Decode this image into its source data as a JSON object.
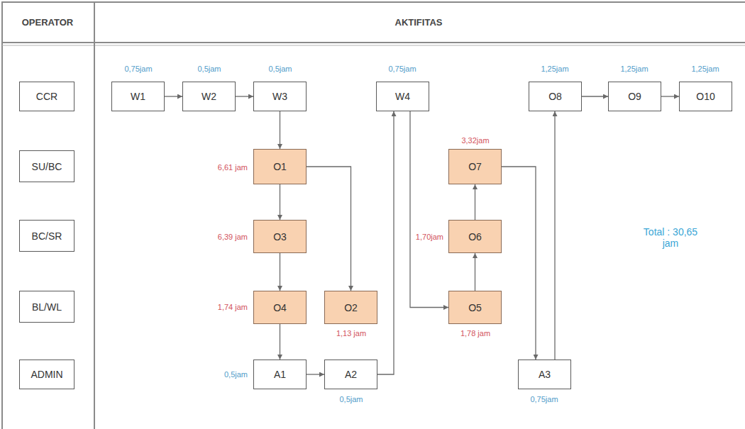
{
  "diagram": {
    "nodes": [
      {
        "text": [
          "CCR"
        ]
      },
      {
        "text": [
          "W1"
        ]
      },
      {
        "text": [
          "W2"
        ]
      },
      {
        "text": [
          "W3"
        ]
      },
      {
        "text": [
          "W4"
        ]
      },
      {
        "text": [
          "O8"
        ]
      },
      {
        "text": [
          "O9"
        ]
      },
      {
        "text": [
          "O10"
        ]
      },
      {
        "text": [
          "SU/BC"
        ]
      },
      {
        "text": [
          "O1"
        ]
      },
      {
        "text": [
          "O7"
        ]
      },
      {
        "text": [
          "BC/SR"
        ]
      },
      {
        "text": [
          "O3"
        ]
      },
      {
        "text": [
          "O6"
        ]
      },
      {
        "text": [
          "BL/WL"
        ]
      },
      {
        "text": [
          "O4"
        ]
      },
      {
        "text": [
          "O2"
        ]
      },
      {
        "text": [
          "O5"
        ]
      },
      {
        "text": [
          "ADMIN"
        ]
      },
      {
        "text": [
          "A1"
        ]
      },
      {
        "text": [
          "A2"
        ]
      },
      {
        "text": [
          "A3"
        ]
      }
    ],
    "edges": [
      {
        "from": 1,
        "to": 2,
        "arrow": "to"
      },
      {
        "from": 2,
        "to": 3,
        "arrow": "to"
      },
      {
        "from": 3,
        "to": 9,
        "arrow": "to"
      },
      {
        "from": 9,
        "to": 12,
        "arrow": "to"
      },
      {
        "from": 9,
        "to": 16,
        "arrow": "to"
      },
      {
        "from": 12,
        "to": 15,
        "arrow": "to"
      },
      {
        "from": 15,
        "to": 19,
        "arrow": "to"
      },
      {
        "from": 19,
        "to": 20,
        "arrow": "to"
      },
      {
        "from": 20,
        "to": 4,
        "arrow": "to"
      },
      {
        "from": 4,
        "to": 17,
        "arrow": "to"
      },
      {
        "from": 17,
        "to": 13,
        "arrow": "to"
      },
      {
        "from": 13,
        "to": 10,
        "arrow": "to"
      },
      {
        "from": 10,
        "to": 21,
        "arrow": "to"
      },
      {
        "from": 21,
        "to": 5,
        "arrow": "to"
      },
      {
        "from": 5,
        "to": 6,
        "arrow": "to"
      },
      {
        "from": 6,
        "to": 7,
        "arrow": "to"
      }
    ],
    "labels": [
      "OPERATOR",
      "AKTIFITAS",
      "0,75jam",
      "0,5jam",
      "0,5jam",
      "0,75jam",
      "1,25jam",
      "1,25jam",
      "1,25jam",
      "6,61 jam",
      "3,32jam",
      "6,39 jam",
      "1,70jam",
      "Total : 30,65 jam",
      "1,74 jam",
      "1,13 jam",
      "1,78 jam",
      "0,5jam",
      "0,5jam",
      "0,75jam"
    ]
  }
}
